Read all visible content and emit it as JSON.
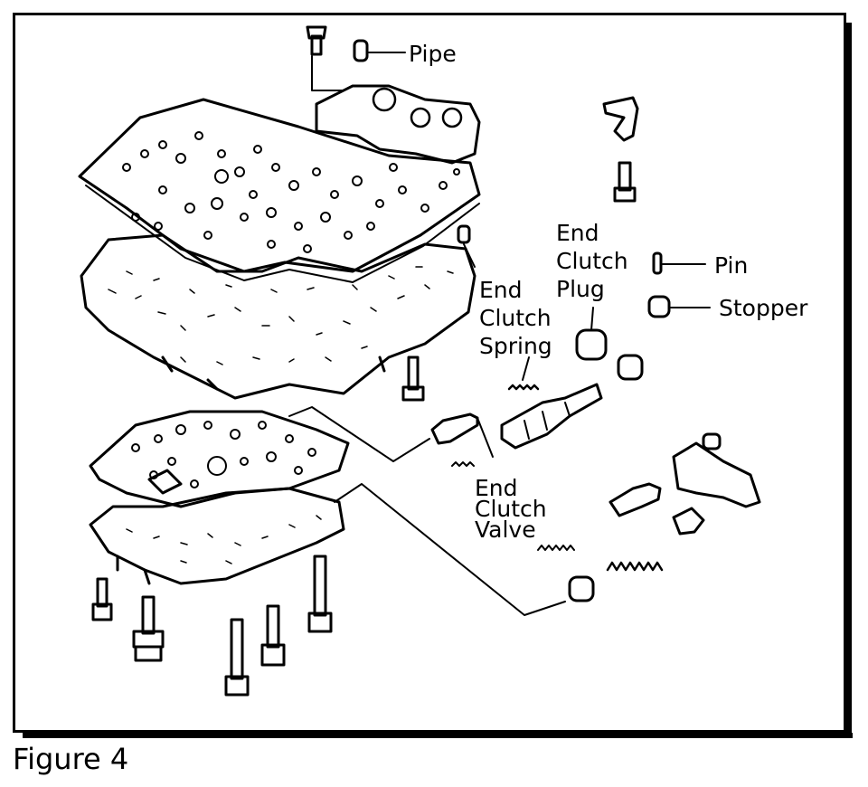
{
  "labels": {
    "pipe": "Pipe",
    "end_clutch_spring": "End\nClutch\nSpring",
    "end_clutch_plug": "End\nClutch\nPlug",
    "pin": "Pin",
    "stopper": "Stopper",
    "end_clutch_valve": "End\nClutch\nValve"
  },
  "caption": "Figure 4"
}
